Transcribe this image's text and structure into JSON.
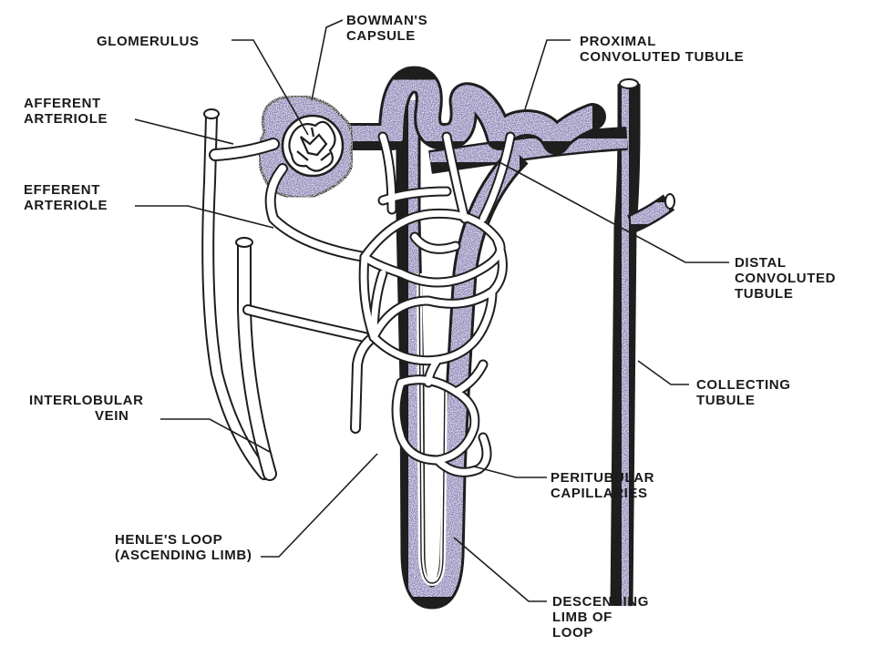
{
  "colors": {
    "tubule_fill": "#8b82b8",
    "line": "#1e1e1e",
    "background": "#ffffff"
  },
  "labels": {
    "glomerulus": {
      "line1": "GLOMERULUS"
    },
    "bowmans_capsule": {
      "line1": "BOWMAN'S",
      "line2": "CAPSULE"
    },
    "proximal_tubule": {
      "line1": "PROXIMAL",
      "line2": "CONVOLUTED TUBULE"
    },
    "afferent_arteriole": {
      "line1": "AFFERENT",
      "line2": "ARTERIOLE"
    },
    "efferent_arteriole": {
      "line1": "EFFERENT",
      "line2": "ARTERIOLE"
    },
    "distal_tubule": {
      "line1": "DISTAL",
      "line2": "CONVOLUTED",
      "line3": "TUBULE"
    },
    "collecting_tubule": {
      "line1": "COLLECTING",
      "line2": "TUBULE"
    },
    "interlobular_vein": {
      "line1": "INTERLOBULAR",
      "line2": "VEIN"
    },
    "peritubular_capillaries": {
      "line1": "PERITUBULAR",
      "line2": "CAPILLARIES"
    },
    "henles_loop": {
      "line1": "HENLE'S LOOP",
      "line2": "(ASCENDING LIMB)"
    },
    "descending_limb": {
      "line1": "DESCENDING",
      "line2": "LIMB OF",
      "line3": "LOOP"
    }
  }
}
